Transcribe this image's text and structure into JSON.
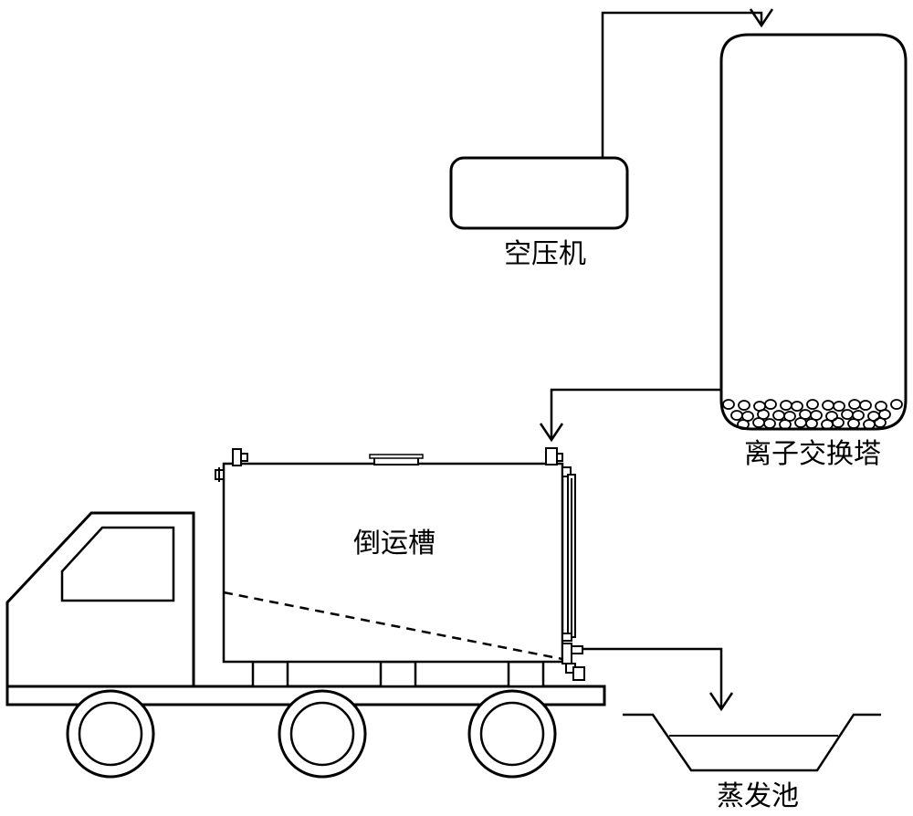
{
  "labels": {
    "compressor": "空压机",
    "ion_tower": "离子交换塔",
    "transfer_tank": "倒运槽",
    "evaporation_pond": "蒸发池"
  },
  "colors": {
    "stroke": "#000000",
    "background": "#ffffff"
  }
}
